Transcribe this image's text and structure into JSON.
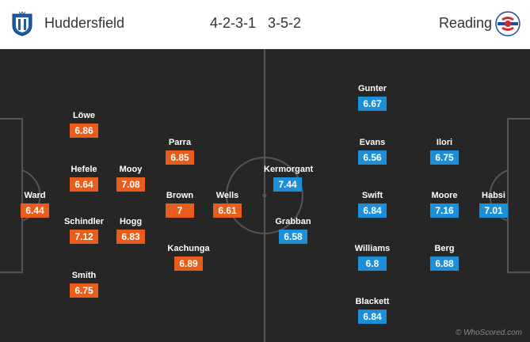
{
  "header": {
    "home_team": "Huddersfield",
    "home_formation": "4-2-3-1",
    "away_formation": "3-5-2",
    "away_team": "Reading"
  },
  "colors": {
    "home_rating_bg": "#e85d1a",
    "away_rating_bg": "#1c8fd8",
    "pitch_bg": "#262626",
    "pitch_lines": "#555555"
  },
  "home_players": [
    {
      "name": "Ward",
      "rating": "6.44"
    },
    {
      "name": "Löwe",
      "rating": "6.86"
    },
    {
      "name": "Hefele",
      "rating": "6.64"
    },
    {
      "name": "Schindler",
      "rating": "7.12"
    },
    {
      "name": "Smith",
      "rating": "6.75"
    },
    {
      "name": "Mooy",
      "rating": "7.08"
    },
    {
      "name": "Hogg",
      "rating": "6.83"
    },
    {
      "name": "Parra",
      "rating": "6.85"
    },
    {
      "name": "Brown",
      "rating": "7"
    },
    {
      "name": "Kachunga",
      "rating": "6.89"
    },
    {
      "name": "Wells",
      "rating": "6.61"
    }
  ],
  "away_players": [
    {
      "name": "Kermorgant",
      "rating": "7.44"
    },
    {
      "name": "Grabban",
      "rating": "6.58"
    },
    {
      "name": "Gunter",
      "rating": "6.67"
    },
    {
      "name": "Evans",
      "rating": "6.56"
    },
    {
      "name": "Swift",
      "rating": "6.84"
    },
    {
      "name": "Williams",
      "rating": "6.8"
    },
    {
      "name": "Blackett",
      "rating": "6.84"
    },
    {
      "name": "Ilori",
      "rating": "6.75"
    },
    {
      "name": "Moore",
      "rating": "7.16"
    },
    {
      "name": "Berg",
      "rating": "6.88"
    },
    {
      "name": "Habsi",
      "rating": "7.01"
    }
  ],
  "watermark": "© WhoScored.com"
}
